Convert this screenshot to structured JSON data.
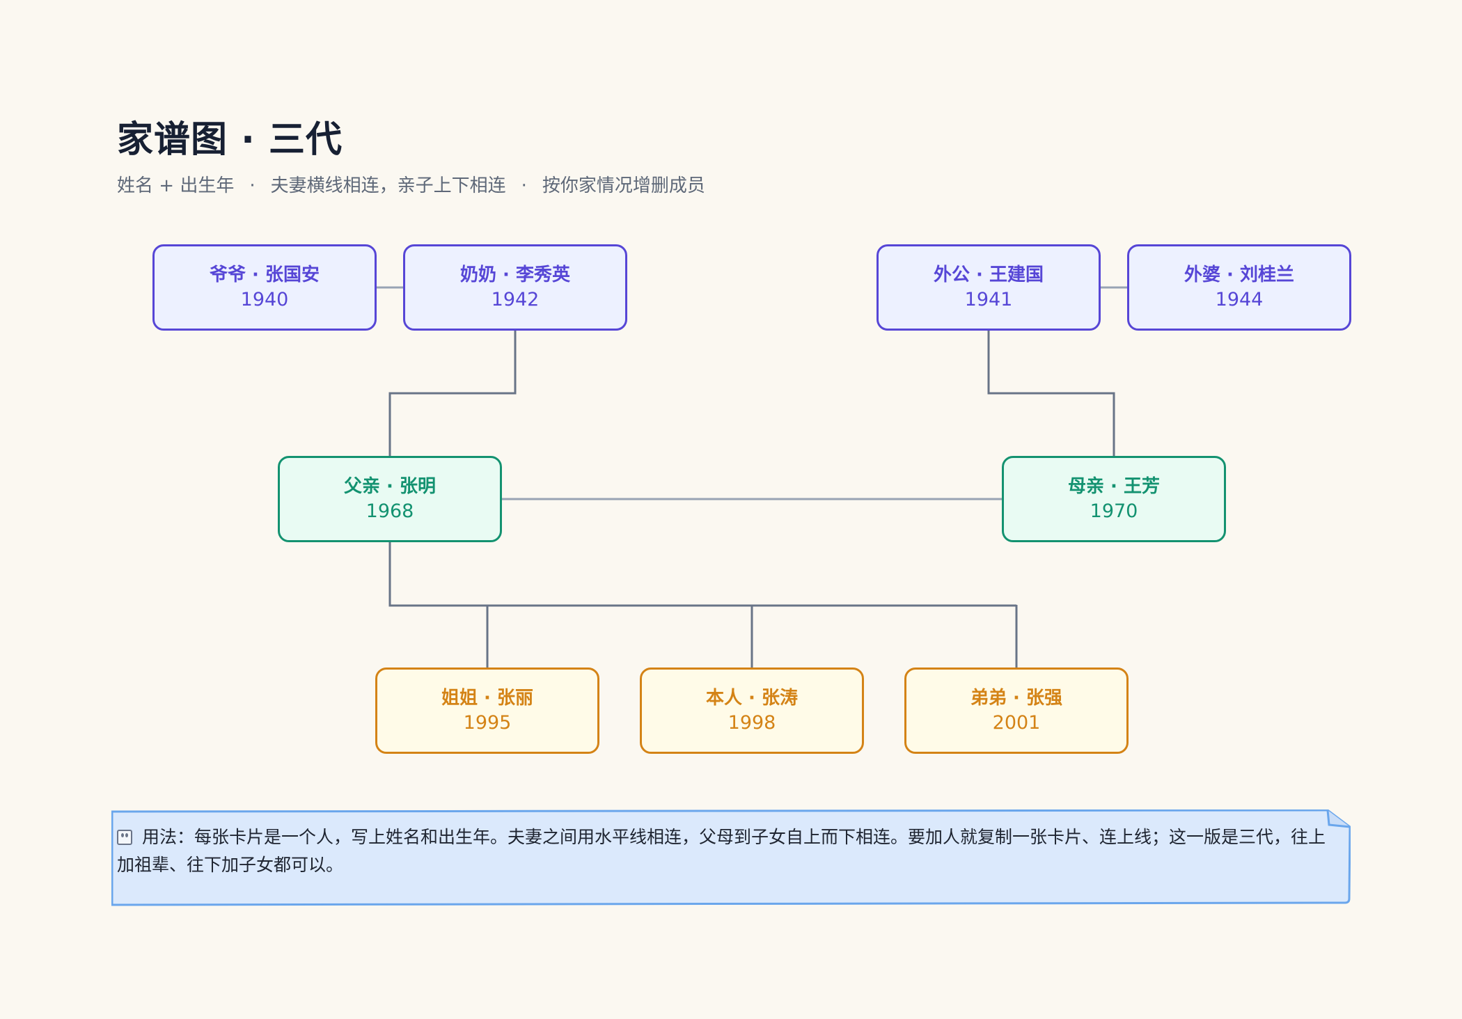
{
  "header": {
    "title": "家谱图 · 三代",
    "subtitle_parts": [
      "姓名 + 出生年",
      "·",
      "夫妻横线相连，亲子上下相连",
      "·",
      "按你家情况增删成员"
    ]
  },
  "generations": {
    "grandparents": [
      {
        "name": "爷爷 · 张国安",
        "year": "1940"
      },
      {
        "name": "奶奶 · 李秀英",
        "year": "1942"
      },
      {
        "name": "外公 · 王建国",
        "year": "1941"
      },
      {
        "name": "外婆 · 刘桂兰",
        "year": "1944"
      }
    ],
    "parents": [
      {
        "name": "父亲 · 张明",
        "year": "1968"
      },
      {
        "name": "母亲 · 王芳",
        "year": "1970"
      }
    ],
    "children": [
      {
        "name": "姐姐 · 张丽",
        "year": "1995"
      },
      {
        "name": "本人 · 张涛",
        "year": "1998"
      },
      {
        "name": "弟弟 · 张强",
        "year": "2001"
      }
    ]
  },
  "note": {
    "icon": "family-icon",
    "text": "用法：每张卡片是一个人，写上姓名和出生年。夫妻之间用水平线相连，父母到子女自上而下相连。要加人就复制一张卡片、连上线；这一版是三代，往上加祖辈、往下加子女都可以。"
  },
  "colors": {
    "background": "#fbf8f1",
    "gen1": "#5646d6",
    "gen2": "#139270",
    "gen3": "#d48316",
    "line": "#687487",
    "spouse_line": "#98a3b4",
    "note_border": "#6aa6ec",
    "note_fill": "#dbe9fc"
  }
}
